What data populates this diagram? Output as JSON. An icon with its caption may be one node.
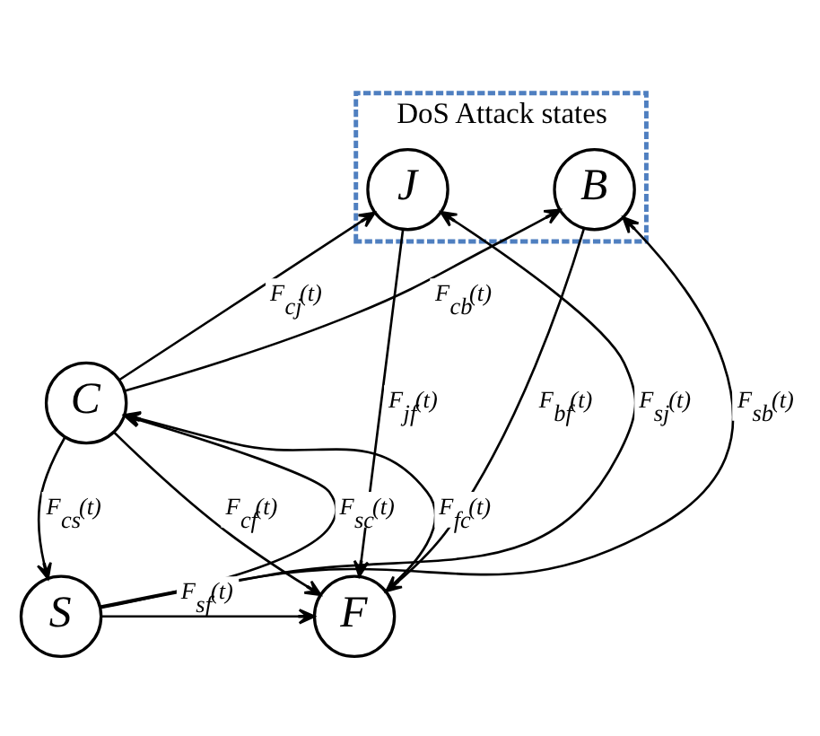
{
  "diagram": {
    "nodes": [
      {
        "text": [
          "DoS Attack states"
        ]
      },
      {
        "text": [
          "J"
        ],
        "in": 0
      },
      {
        "text": [
          "B"
        ],
        "in": 0
      },
      {
        "text": [
          "C"
        ]
      },
      {
        "text": [
          "S"
        ]
      },
      {
        "text": [
          "F"
        ]
      }
    ],
    "edges": [
      {
        "from": 1,
        "to": 5,
        "arrow": "to",
        "label": "F$_{jf}$(t)"
      },
      {
        "from": 4,
        "to": 2,
        "arrow": "to",
        "label": "F$_{sb}$(t)"
      },
      {
        "from": 3,
        "to": 1,
        "arrow": "to",
        "label": "F$_{cj}$(t)"
      },
      {
        "from": 3,
        "to": 2,
        "arrow": "to",
        "label": "F$_{cb}$(t)"
      },
      {
        "from": 4,
        "to": 1,
        "arrow": "to",
        "label": "F$_{sj}$(t)"
      },
      {
        "from": 2,
        "to": 5,
        "arrow": "to",
        "label": "F$_{bf}$(t)"
      },
      {
        "from": 4,
        "to": 3,
        "arrow": "to",
        "label": "F$_{sc}$(t)"
      },
      {
        "from": 5,
        "to": 3,
        "arrow": "to",
        "label": "F$_{fc}$(t)"
      },
      {
        "from": 3,
        "to": 4,
        "arrow": "to",
        "label": "F$_{cs}$(t)"
      },
      {
        "from": 3,
        "to": 5,
        "arrow": "to",
        "label": "F$_{cf}$(t)"
      },
      {
        "from": 4,
        "to": 5,
        "arrow": "to",
        "label": "F$_{sf}$(t)"
      }
    ]
  }
}
